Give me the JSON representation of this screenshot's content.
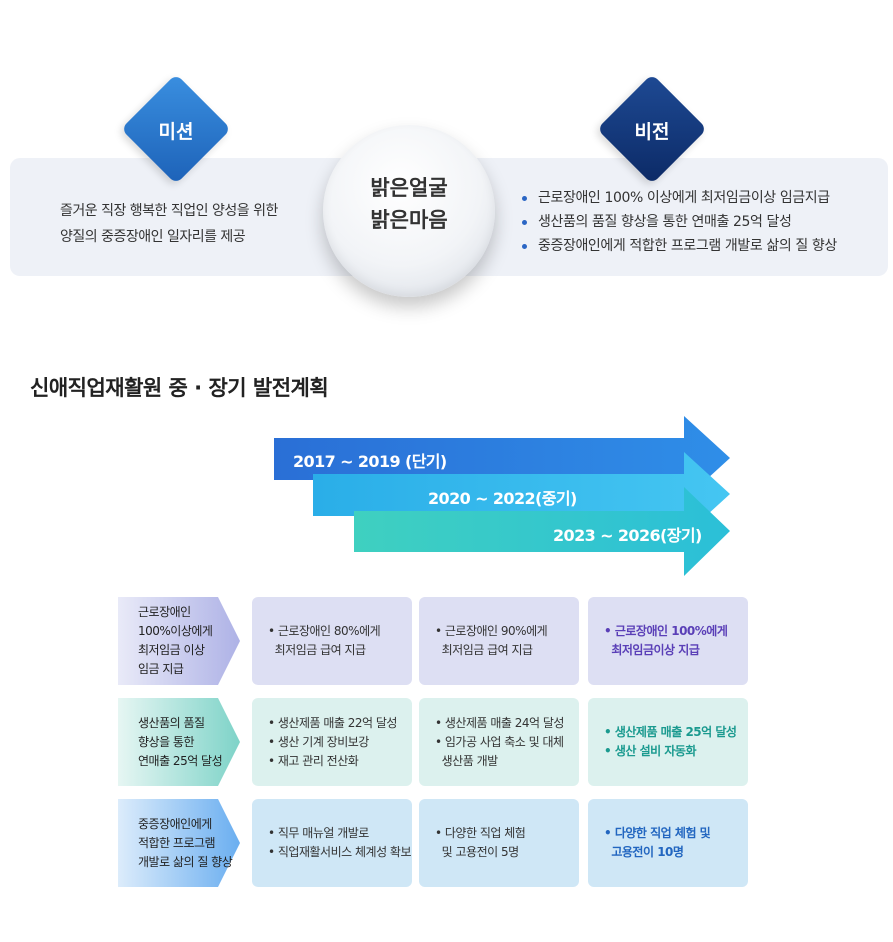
{
  "mission": {
    "badge": "미션",
    "lines": [
      "즐거운 직장 행복한 직업인 양성을 위한",
      "양질의 중증장애인 일자리를 제공"
    ]
  },
  "slogan": {
    "lines": [
      "밝은얼굴",
      "밝은마음"
    ]
  },
  "vision": {
    "badge": "비전",
    "items": [
      "근로장애인 100% 이상에게 최저임금이상 임금지급",
      "생산품의 품질 향상을 통한 연매출 25억 달성",
      "중증장애인에게 적합한 프로그램 개발로 삶의 질 향상"
    ]
  },
  "plan": {
    "title": "신애직업재활원 중 · 장기 발전계획",
    "periods": [
      {
        "label": "2017 ~ 2019 (단기)",
        "color_from": "#2a6fd6",
        "color_to": "#2f8ee8"
      },
      {
        "label": "2020 ~ 2022(중기)",
        "color_from": "#2aaee8",
        "color_to": "#45c6f2"
      },
      {
        "label": "2023 ~ 2026(장기)",
        "color_from": "#3fd0c0",
        "color_to": "#2bbfd8"
      }
    ],
    "rows": [
      {
        "label_lines": [
          "근로장애인",
          "100%이상에게",
          "최저임금 이상",
          "임금 지급"
        ],
        "color": "#aeb2e6",
        "cells": [
          [
            "• 근로장애인 80%에게",
            "  최저임금 급여 지급"
          ],
          [
            "• 근로장애인 90%에게",
            "  최저임금 급여 지급"
          ],
          [
            "• 근로장애인 100%에게",
            "  최저임금이상 지급"
          ]
        ]
      },
      {
        "label_lines": [
          "생산품의 품질",
          "향상을 통한",
          "연매출 25억 달성"
        ],
        "color": "#7ed3c8",
        "cells": [
          [
            "• 생산제품 매출 22억 달성",
            "• 생산 기계 장비보강",
            "• 재고 관리 전산화"
          ],
          [
            "• 생산제품 매출 24억 달성",
            "• 임가공 사업 축소 및 대체",
            "  생산품 개발"
          ],
          [
            "• 생산제품 매출 25억 달성",
            "• 생산 설비 자동화"
          ]
        ]
      },
      {
        "label_lines": [
          "중증장애인에게",
          "적합한 프로그램",
          "개발로 삶의 질 향상"
        ],
        "color": "#6aaef0",
        "cells": [
          [
            "• 직무 매뉴얼 개발로",
            "• 직업재활서비스 체계성 확보"
          ],
          [
            "• 다양한 직업 체험",
            "  및 고용전이 5명"
          ],
          [
            "• 다양한 직업 체험 및",
            "  고용전이 10명"
          ]
        ]
      }
    ]
  }
}
